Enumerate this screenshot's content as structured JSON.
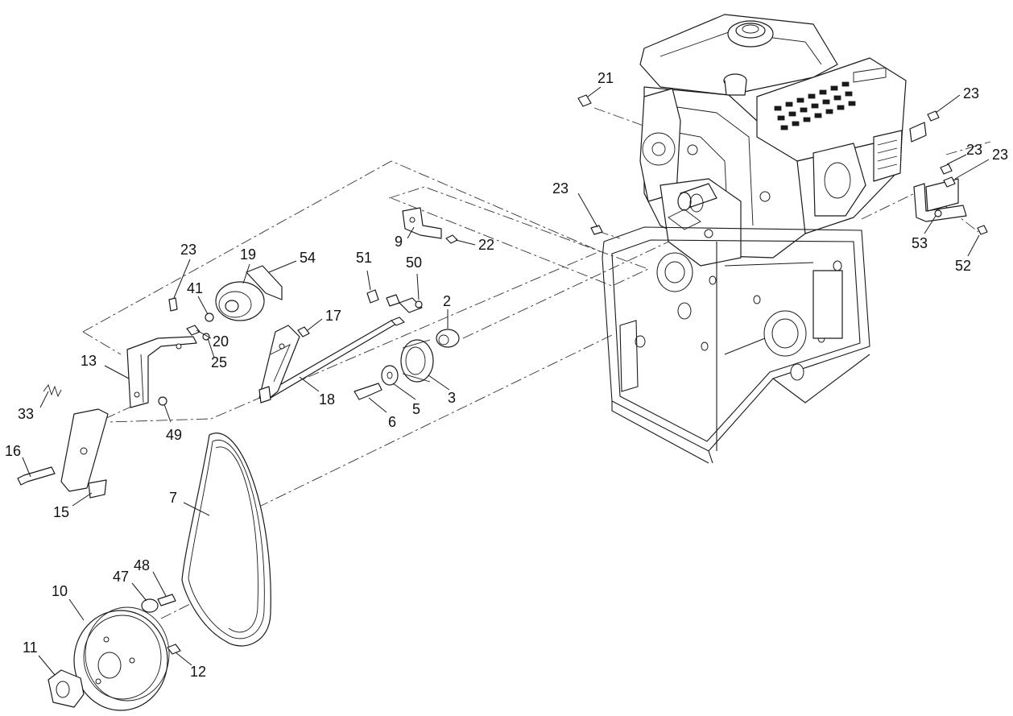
{
  "callouts": [
    {
      "id": "c21",
      "text": "21"
    },
    {
      "id": "c23a",
      "text": "23"
    },
    {
      "id": "c23b",
      "text": "23"
    },
    {
      "id": "c23c",
      "text": "23"
    },
    {
      "id": "c23d",
      "text": "23"
    },
    {
      "id": "c23e",
      "text": "23"
    },
    {
      "id": "c53",
      "text": "53"
    },
    {
      "id": "c52",
      "text": "52"
    },
    {
      "id": "c9",
      "text": "9"
    },
    {
      "id": "c22",
      "text": "22"
    },
    {
      "id": "c51",
      "text": "51"
    },
    {
      "id": "c50",
      "text": "50"
    },
    {
      "id": "c2",
      "text": "2"
    },
    {
      "id": "c17",
      "text": "17"
    },
    {
      "id": "c19",
      "text": "19"
    },
    {
      "id": "c54",
      "text": "54"
    },
    {
      "id": "c41",
      "text": "41"
    },
    {
      "id": "c20",
      "text": "20"
    },
    {
      "id": "c25",
      "text": "25"
    },
    {
      "id": "c13",
      "text": "13"
    },
    {
      "id": "c33",
      "text": "33"
    },
    {
      "id": "c49",
      "text": "49"
    },
    {
      "id": "c18",
      "text": "18"
    },
    {
      "id": "c3",
      "text": "3"
    },
    {
      "id": "c5",
      "text": "5"
    },
    {
      "id": "c6",
      "text": "6"
    },
    {
      "id": "c16",
      "text": "16"
    },
    {
      "id": "c15",
      "text": "15"
    },
    {
      "id": "c7",
      "text": "7"
    },
    {
      "id": "c47",
      "text": "47"
    },
    {
      "id": "c48",
      "text": "48"
    },
    {
      "id": "c10",
      "text": "10"
    },
    {
      "id": "c11",
      "text": "11"
    },
    {
      "id": "c12",
      "text": "12"
    }
  ]
}
